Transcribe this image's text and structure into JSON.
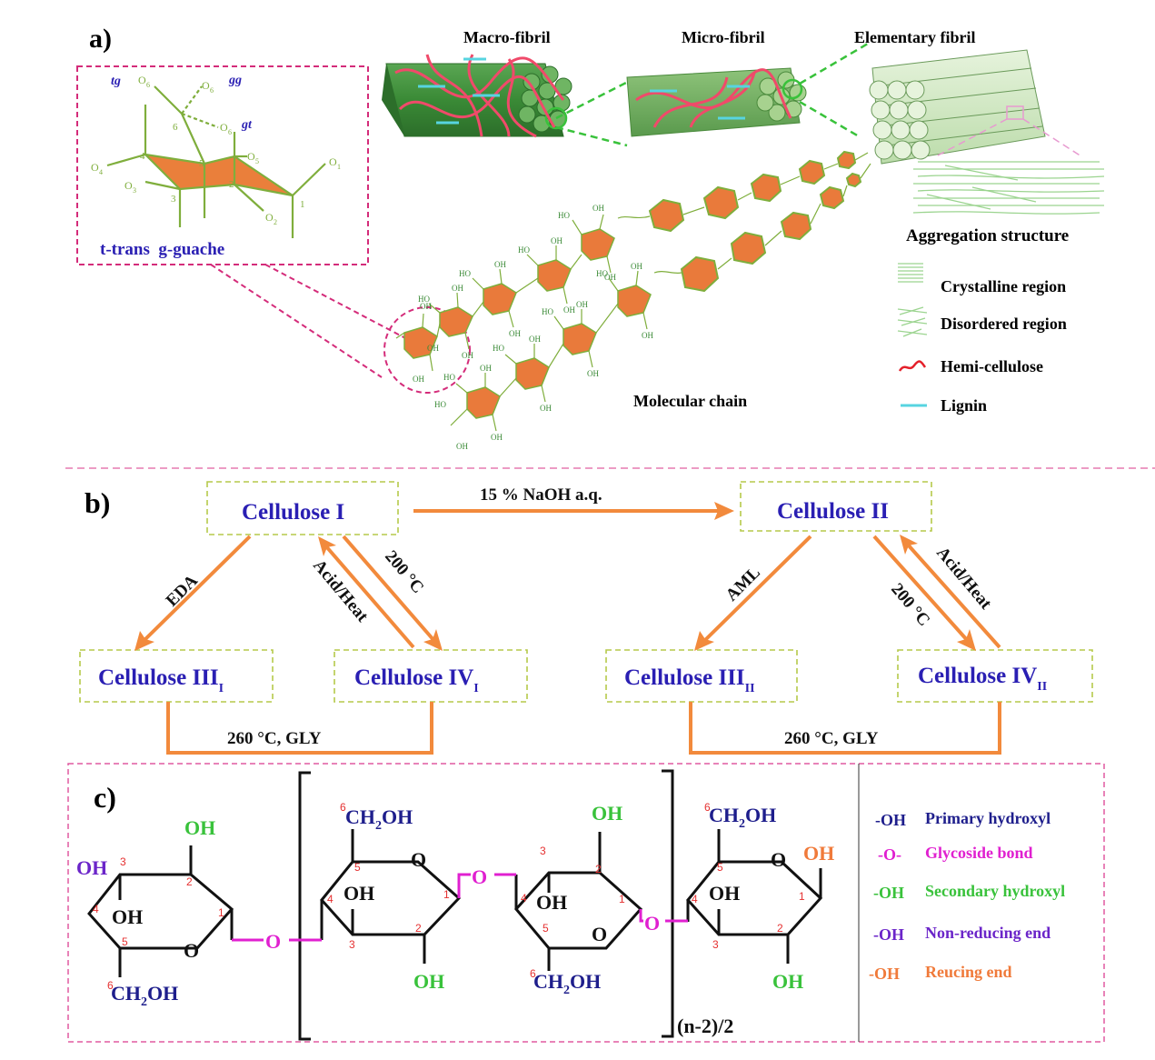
{
  "panel_a": {
    "label": "a)",
    "titles": {
      "macro": "Macro-fibril",
      "micro": "Micro-fibril",
      "elementary": "Elementary fibril"
    },
    "conformations": {
      "tg": "tg",
      "gg": "gg",
      "gt": "gt"
    },
    "atoms": {
      "o6a": "O",
      "o6b": "O",
      "o6c": "O",
      "o4": "O",
      "o3": "O",
      "o5": "O",
      "o2": "O",
      "o1": "O",
      "sub6": "6",
      "sub4": "4",
      "sub3": "3",
      "sub5": "5",
      "sub2": "2",
      "sub1": "1"
    },
    "ring_numbers": {
      "n6": "6",
      "n4": "4",
      "n5": "5",
      "n3": "3",
      "n2": "2",
      "n1": "1"
    },
    "trans_gauche": "t-trans  g-guache",
    "aggregation_title": "Aggregation structure",
    "legend": {
      "crystalline": "Crystalline region",
      "disordered": "Disordered region",
      "hemicellulose": "Hemi-cellulose",
      "lignin": "Lignin"
    },
    "molecular_chain": "Molecular chain",
    "ho": "HO",
    "oh": "OH",
    "colors": {
      "ring": "#e97a3b",
      "fibril_dark": "#3e8f3a",
      "fibril_light": "#cfe8c3",
      "hemi": "#f04a6a",
      "lignin": "#57d4e0",
      "box": "#d42c7a"
    }
  },
  "panel_b": {
    "label": "b)",
    "nodes": {
      "c1": "Cellulose I",
      "c2": "Cellulose II",
      "c3i_main": "Cellulose III",
      "c3i_sub": "I",
      "c4i_main": "Cellulose IV",
      "c4i_sub": "I",
      "c3ii_main": "Cellulose III",
      "c3ii_sub": "II",
      "c4ii_main": "Cellulose IV",
      "c4ii_sub": "II"
    },
    "arrows": {
      "naoh": "15 % NaOH a.q.",
      "eda": "EDA",
      "acid_heat_left": "Acid/Heat",
      "t200_left": "200 °C",
      "aml": "AML",
      "t200_right": "200 °C",
      "acid_heat_right": "Acid/Heat",
      "gly_left": "260 °C, GLY",
      "gly_right": "260 °C, GLY"
    },
    "colors": {
      "arrow": "#f28a3c",
      "node_text": "#2a1fb3",
      "box": "#b5c94a"
    }
  },
  "panel_c": {
    "label": "c)",
    "groups": {
      "oh": "OH",
      "ch2oh_main": "CH",
      "ch2oh_sub": "2",
      "ch2oh_tail": "OH",
      "o": "O",
      "repeat": "(n-2)/2"
    },
    "legend": [
      {
        "symbol": "-OH",
        "text": "Primary hydroxyl",
        "color": "#1e1e8c"
      },
      {
        "symbol": "-O-",
        "text": "Glycoside bond",
        "color": "#e020d0"
      },
      {
        "symbol": "-OH",
        "text": "Secondary hydroxyl",
        "color": "#39c23b"
      },
      {
        "symbol": "-OH",
        "text": "Non-reducing end",
        "color": "#6b25c9"
      },
      {
        "symbol": "-OH",
        "text": "Reucing end",
        "color": "#f07a3a"
      }
    ]
  }
}
